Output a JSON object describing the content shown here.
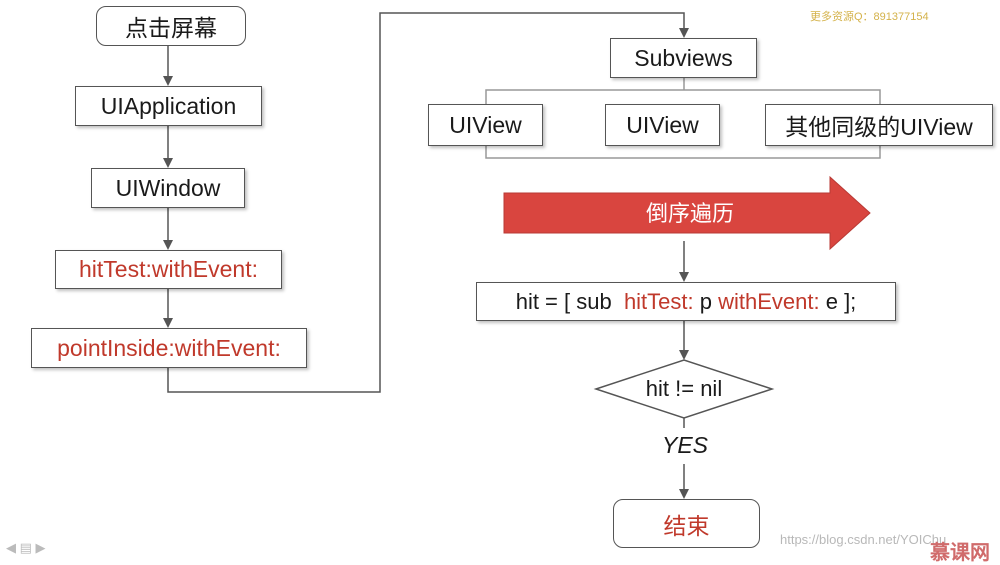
{
  "watermark_text": "更多资源Q：891377154",
  "csdn_text": "https://blog.csdn.net/YOIChu",
  "brand_text": "慕课网",
  "player_controls": "◀ ▤ ▶",
  "left_flow": {
    "tap_screen": "点击屏幕",
    "uiapplication": "UIApplication",
    "uiwindow": "UIWindow",
    "hittest_method": "hitTest:withEvent:",
    "pointinside_method": "pointInside:withEvent:"
  },
  "right_flow": {
    "subviews": "Subviews",
    "uiview_1": "UIView",
    "uiview_2": "UIView",
    "sibling_uiview": "其他同级的UIView",
    "reverse_traverse": "倒序遍历",
    "hit_assign": {
      "part1": "hit = [ sub  ",
      "part2": "hitTest:",
      "part3": " p ",
      "part4": "withEvent:",
      "part5": " e ];"
    },
    "condition": "hit != nil",
    "yes_label": "YES",
    "end": "结束"
  },
  "colors": {
    "method_red": "#c0392b",
    "arrow_fill": "#d9453f",
    "watermark": "#d4b24a",
    "border": "#555555"
  }
}
